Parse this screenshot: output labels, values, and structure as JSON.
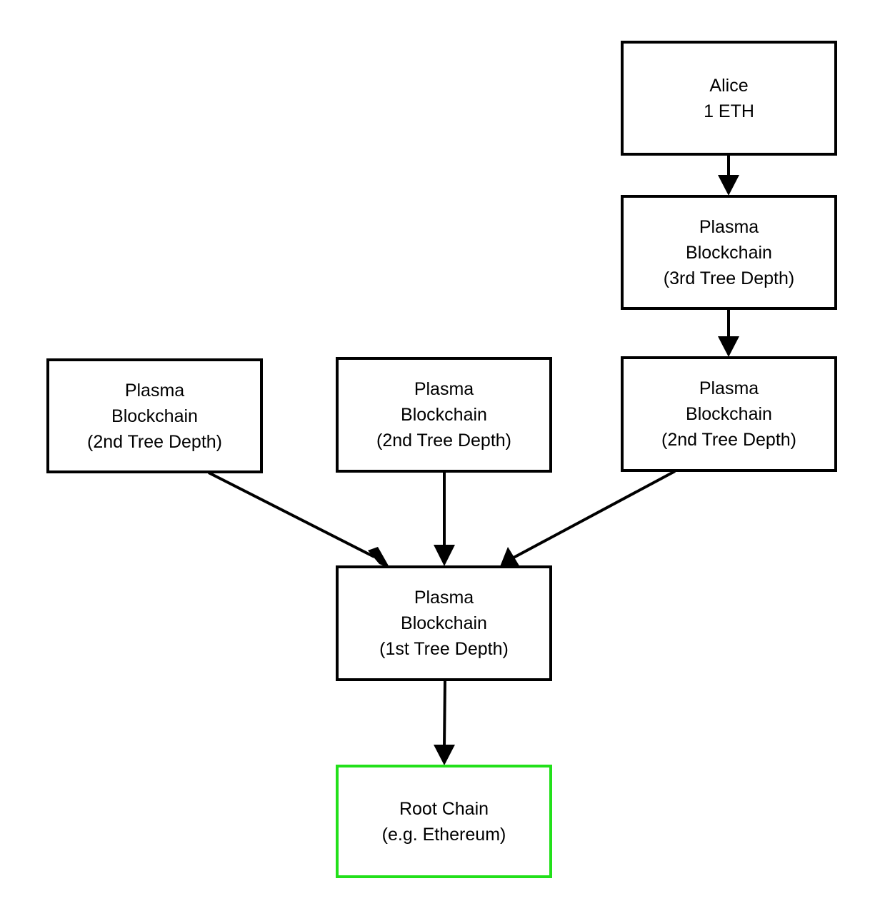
{
  "nodes": {
    "alice": [
      "Alice",
      "1 ETH"
    ],
    "depth3": [
      "Plasma",
      "Blockchain",
      "(3rd Tree Depth)"
    ],
    "depth2_left": [
      "Plasma",
      "Blockchain",
      "(2nd Tree Depth)"
    ],
    "depth2_middle": [
      "Plasma",
      "Blockchain",
      "(2nd Tree Depth)"
    ],
    "depth2_right": [
      "Plasma",
      "Blockchain",
      "(2nd Tree Depth)"
    ],
    "depth1": [
      "Plasma",
      "Blockchain",
      "(1st Tree Depth)"
    ],
    "root": [
      "Root Chain",
      "(e.g. Ethereum)"
    ]
  },
  "colors": {
    "border": "#000000",
    "root_border": "#22e01a",
    "arrow": "#000000"
  }
}
